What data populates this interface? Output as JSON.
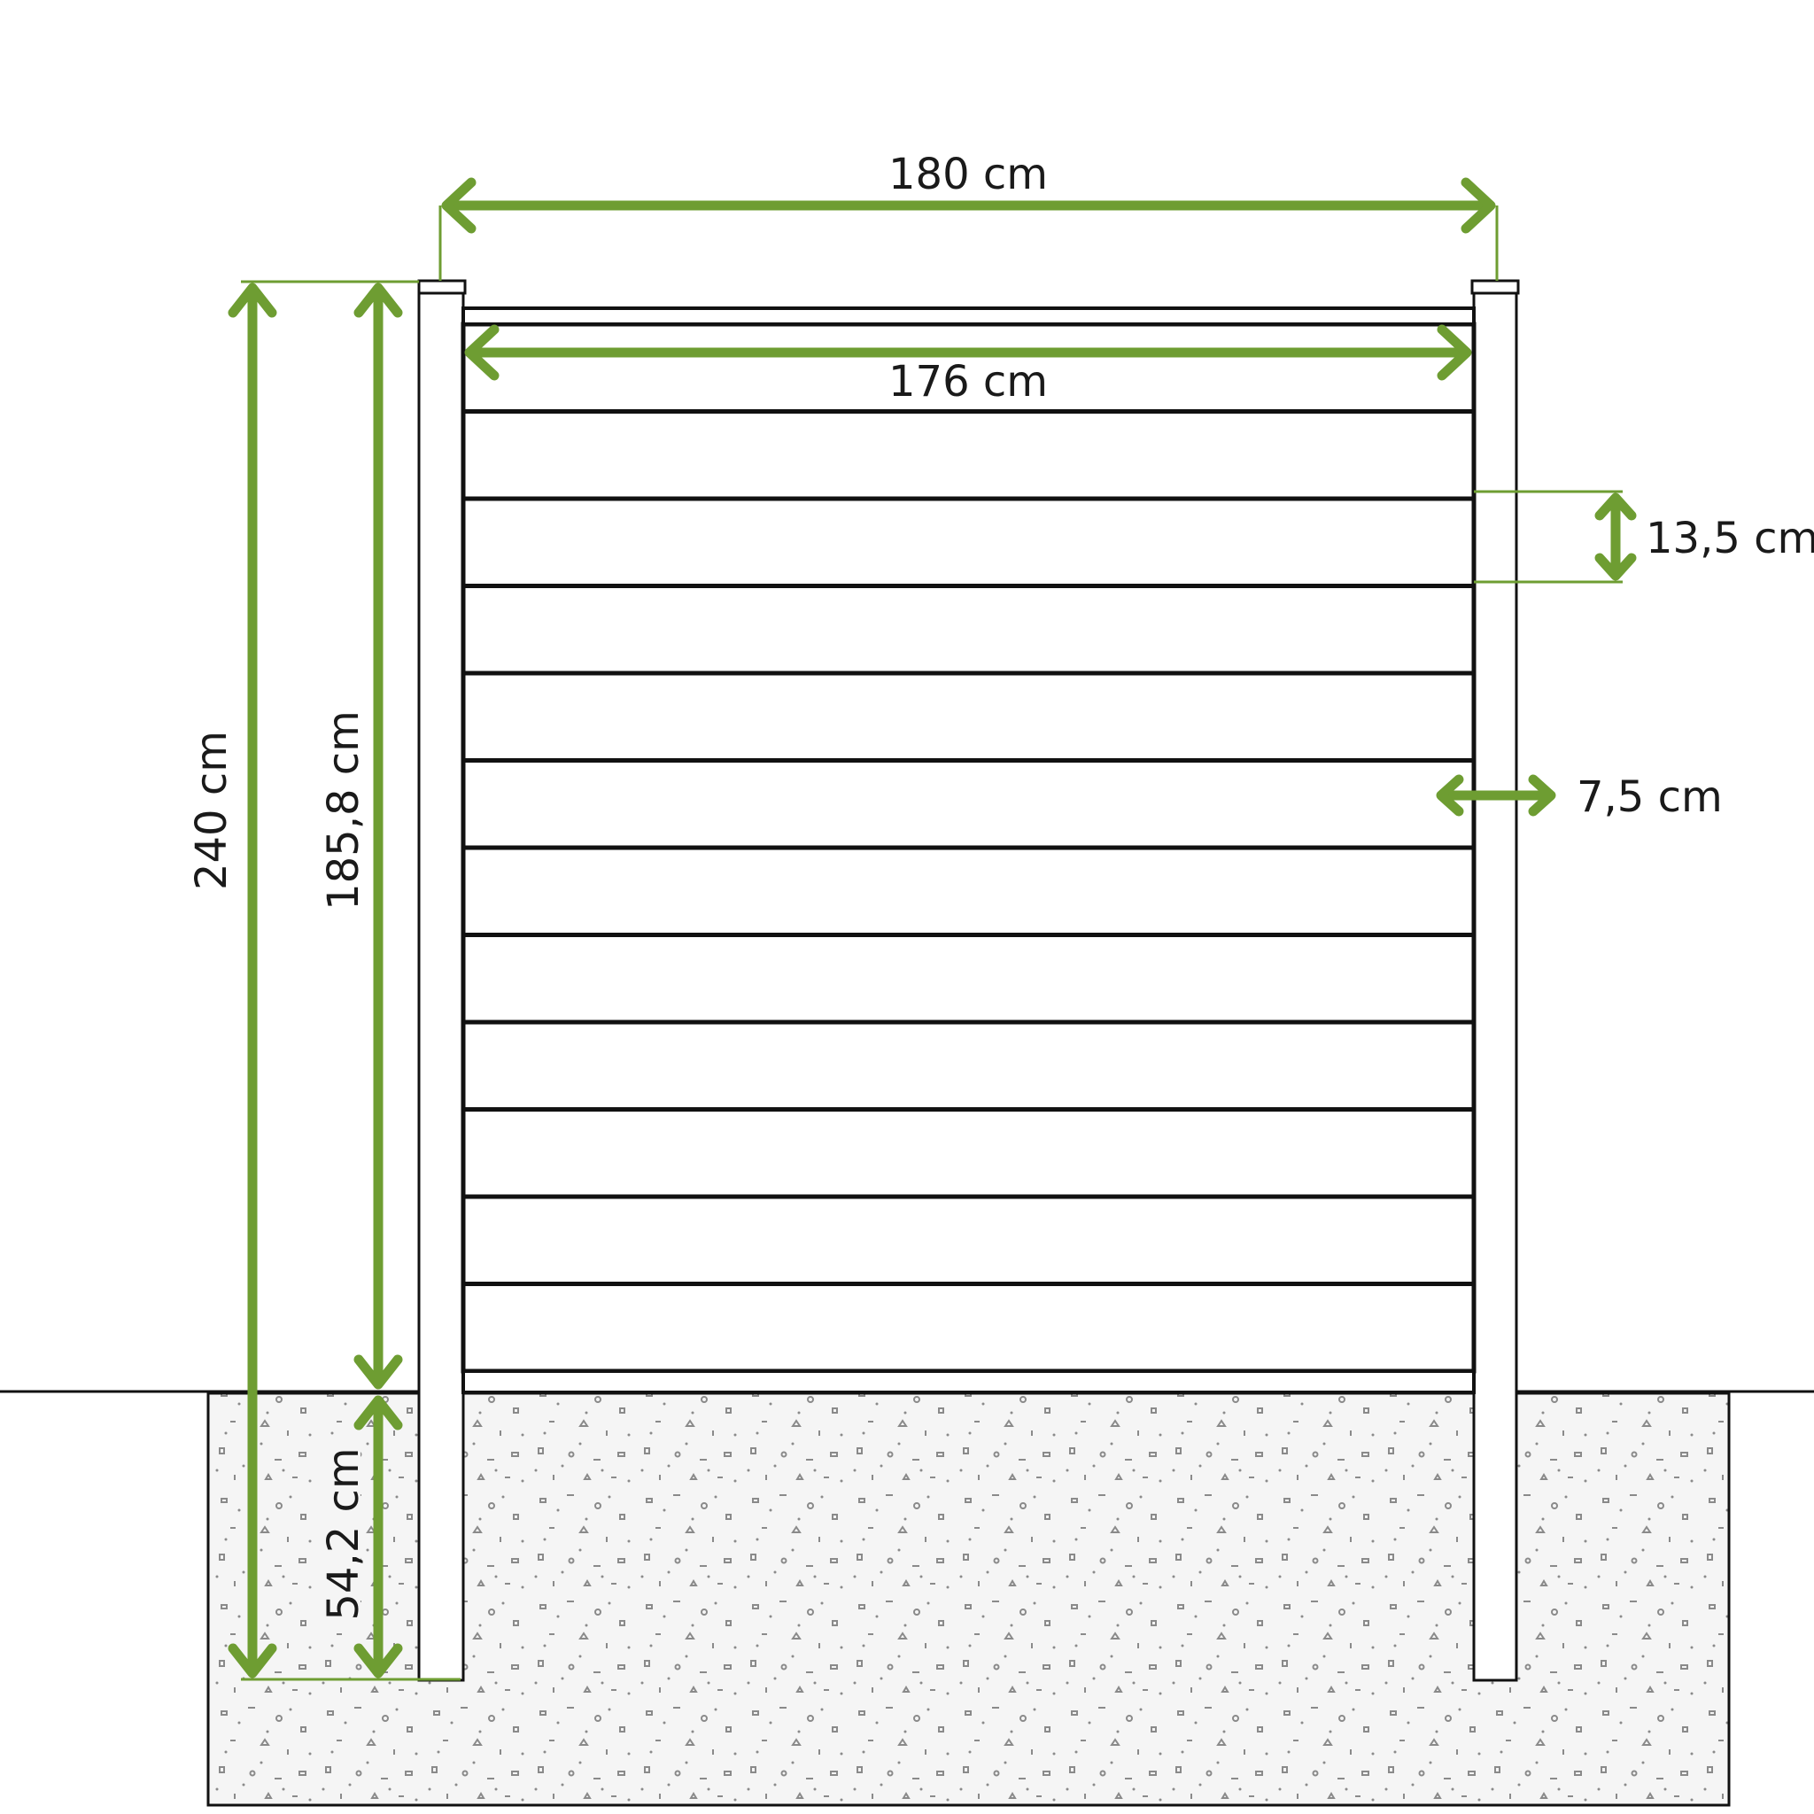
{
  "colors": {
    "accent": "#6e9d32",
    "outline": "#111111",
    "ground": "#f5f5f5",
    "speckle": "#8a8a8a"
  },
  "dimensions": {
    "total_width": "180 cm",
    "panel_width": "176 cm",
    "board_height": "13,5 cm",
    "post_width": "7,5 cm",
    "total_height": "240 cm",
    "above_ground_height": "185,8 cm",
    "below_ground_depth": "54,2 cm"
  },
  "panel": {
    "board_count": 12
  }
}
